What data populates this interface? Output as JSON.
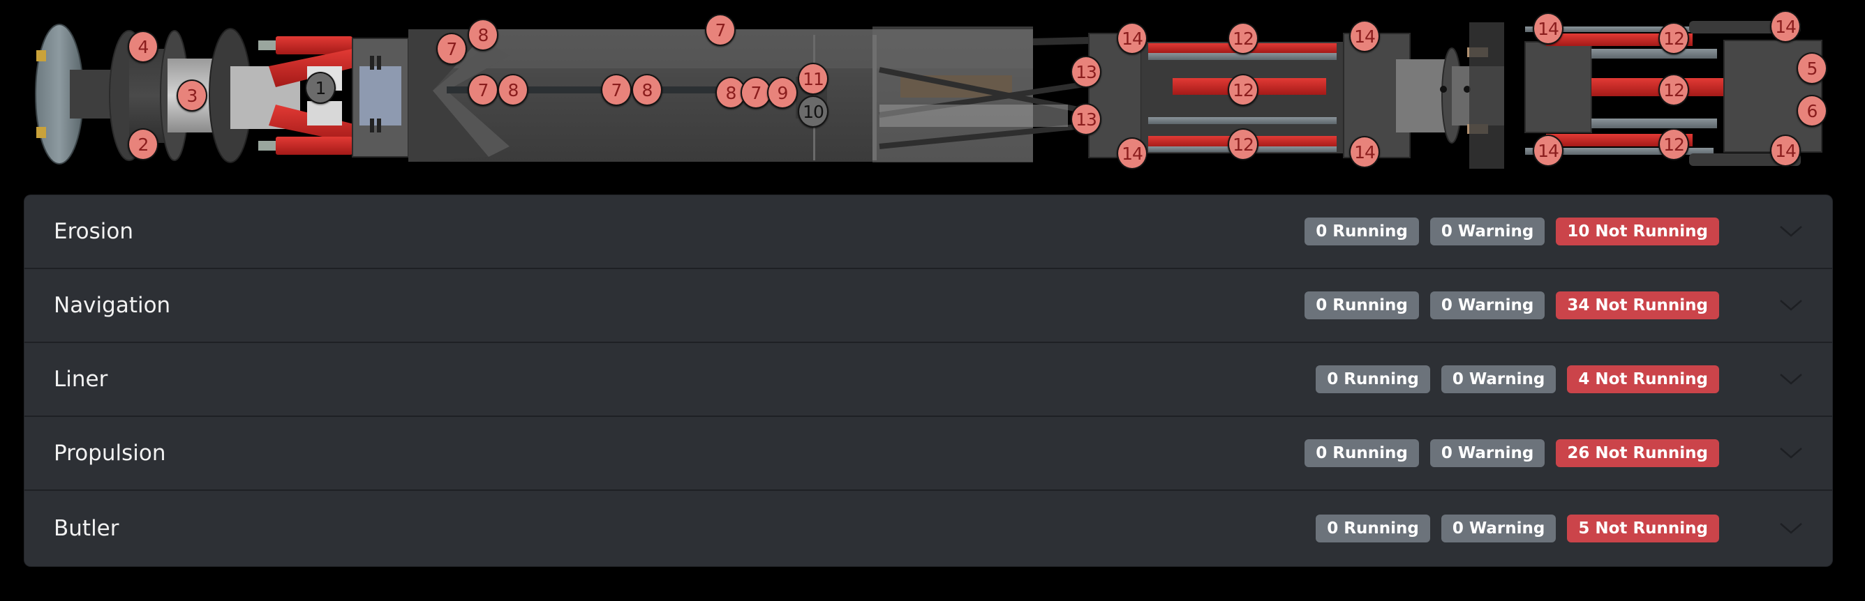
{
  "diagram": {
    "title": "Machine component diagram",
    "marker_colors": {
      "active": "#e8837b",
      "inactive": "#6b6b6b"
    },
    "markers": [
      {
        "label": "4",
        "state": "active"
      },
      {
        "label": "2",
        "state": "active"
      },
      {
        "label": "3",
        "state": "active"
      },
      {
        "label": "1",
        "state": "inactive"
      },
      {
        "label": "7",
        "state": "active"
      },
      {
        "label": "8",
        "state": "active"
      },
      {
        "label": "7",
        "state": "active"
      },
      {
        "label": "7",
        "state": "active"
      },
      {
        "label": "8",
        "state": "active"
      },
      {
        "label": "7",
        "state": "active"
      },
      {
        "label": "8",
        "state": "active"
      },
      {
        "label": "8",
        "state": "active"
      },
      {
        "label": "7",
        "state": "active"
      },
      {
        "label": "9",
        "state": "active"
      },
      {
        "label": "11",
        "state": "active"
      },
      {
        "label": "10",
        "state": "inactive"
      },
      {
        "label": "13",
        "state": "active"
      },
      {
        "label": "13",
        "state": "active"
      },
      {
        "label": "14",
        "state": "active"
      },
      {
        "label": "12",
        "state": "active"
      },
      {
        "label": "14",
        "state": "active"
      },
      {
        "label": "12",
        "state": "active"
      },
      {
        "label": "14",
        "state": "active"
      },
      {
        "label": "12",
        "state": "active"
      },
      {
        "label": "14",
        "state": "active"
      },
      {
        "label": "14",
        "state": "active"
      },
      {
        "label": "12",
        "state": "active"
      },
      {
        "label": "14",
        "state": "active"
      },
      {
        "label": "5",
        "state": "active"
      },
      {
        "label": "6",
        "state": "active"
      },
      {
        "label": "12",
        "state": "active"
      },
      {
        "label": "14",
        "state": "active"
      },
      {
        "label": "12",
        "state": "active"
      },
      {
        "label": "14",
        "state": "active"
      }
    ]
  },
  "status_colors": {
    "running": "#6c737b",
    "warning": "#6c737b",
    "not_running": "#cb444a"
  },
  "systems": [
    {
      "name": "Erosion",
      "running": "0 Running",
      "warning": "0 Warning",
      "not_running": "10 Not Running",
      "expanded": false
    },
    {
      "name": "Navigation",
      "running": "0 Running",
      "warning": "0 Warning",
      "not_running": "34 Not Running",
      "expanded": false
    },
    {
      "name": "Liner",
      "running": "0 Running",
      "warning": "0 Warning",
      "not_running": "4 Not Running",
      "expanded": false
    },
    {
      "name": "Propulsion",
      "running": "0 Running",
      "warning": "0 Warning",
      "not_running": "26 Not Running",
      "expanded": false
    },
    {
      "name": "Butler",
      "running": "0 Running",
      "warning": "0 Warning",
      "not_running": "5 Not Running",
      "expanded": false
    }
  ]
}
